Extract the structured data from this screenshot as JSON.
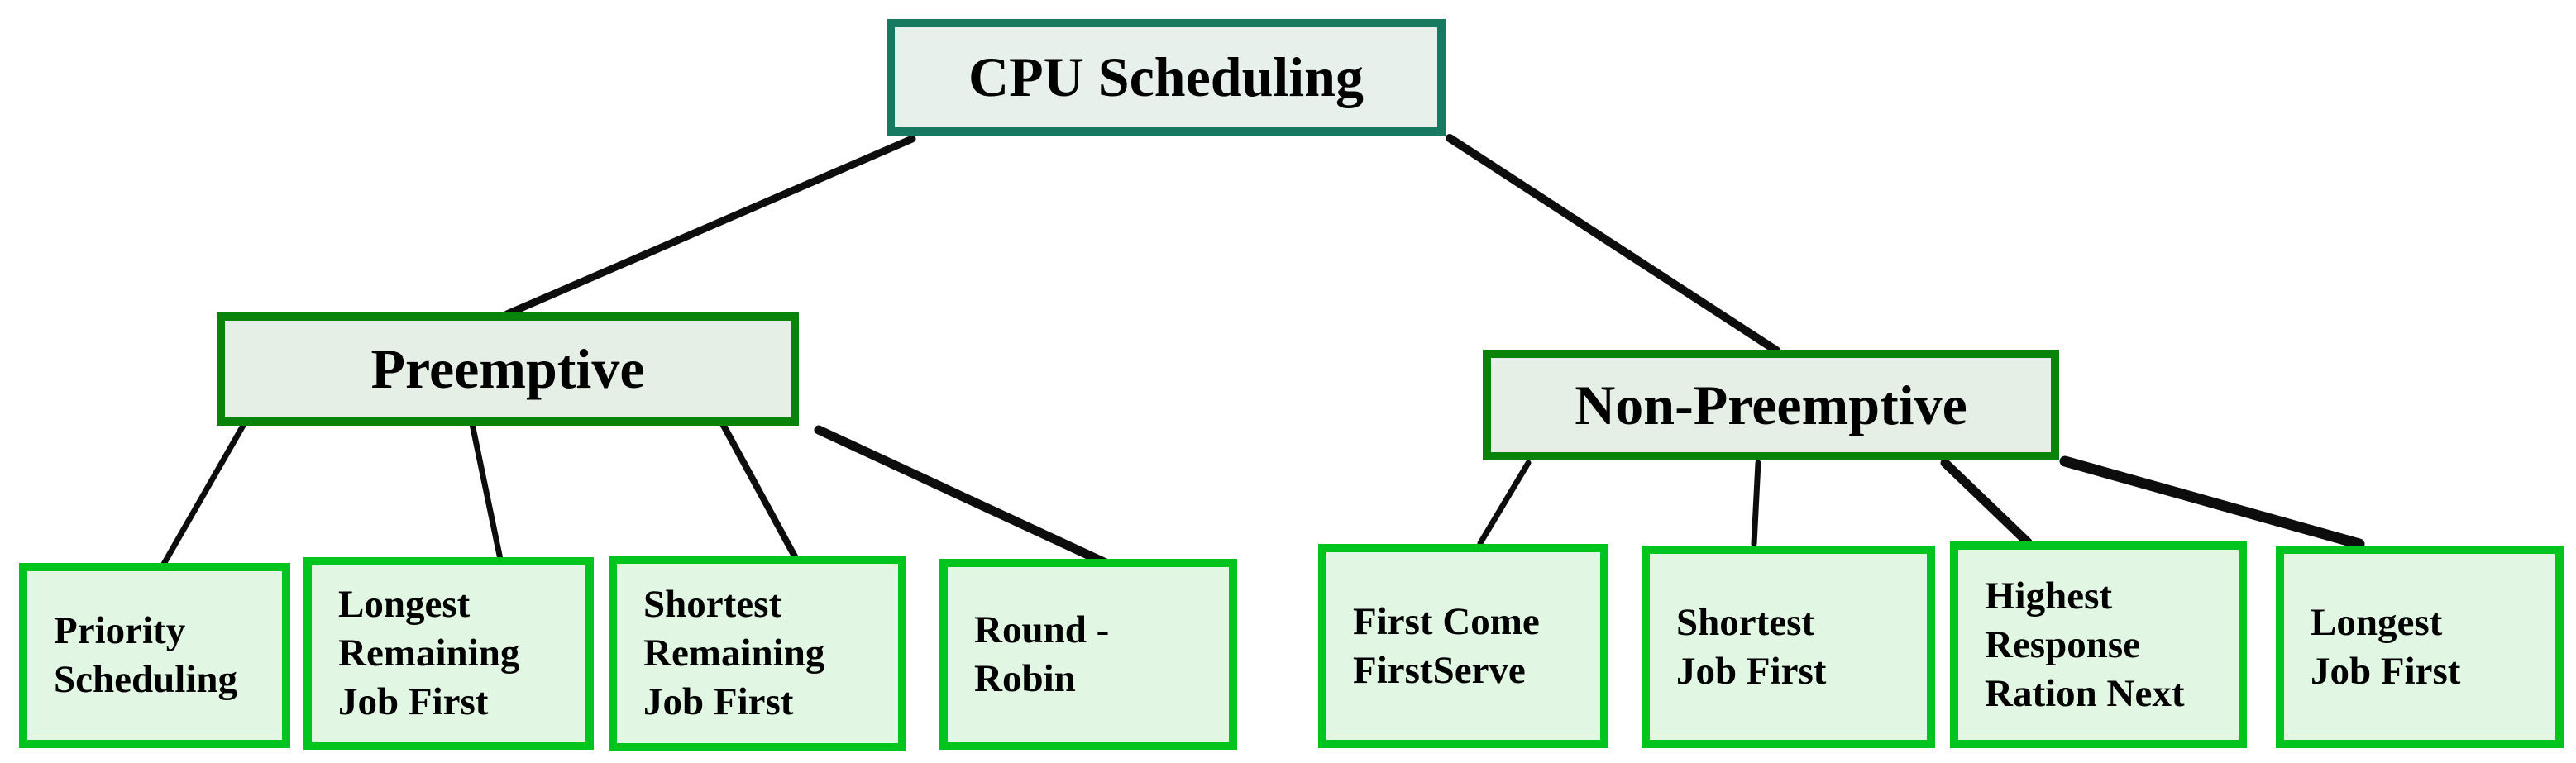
{
  "diagram": {
    "title": "CPU Scheduling",
    "root": {
      "id": "cpu-scheduling",
      "label": "CPU Scheduling"
    },
    "branches": [
      {
        "id": "preemptive",
        "label": "Preemptive",
        "children": [
          {
            "id": "priority-scheduling",
            "label": "Priority\nScheduling"
          },
          {
            "id": "longest-remaining-job-first",
            "label": "Longest\nRemaining\nJob First"
          },
          {
            "id": "shortest-remaining-job-first",
            "label": "Shortest\nRemaining\nJob First"
          },
          {
            "id": "round-robin",
            "label": "Round -\nRobin"
          }
        ]
      },
      {
        "id": "non-preemptive",
        "label": "Non-Preemptive",
        "children": [
          {
            "id": "first-come-first-serve",
            "label": "First Come\nFirstServe"
          },
          {
            "id": "shortest-job-first",
            "label": "Shortest\nJob First"
          },
          {
            "id": "highest-response-ration-next",
            "label": "Highest\nResponse\nRation Next"
          },
          {
            "id": "longest-job-first",
            "label": "Longest\nJob First"
          }
        ]
      }
    ],
    "edges": [
      {
        "from": "cpu-scheduling",
        "to": "preemptive"
      },
      {
        "from": "cpu-scheduling",
        "to": "non-preemptive"
      },
      {
        "from": "preemptive",
        "to": "priority-scheduling"
      },
      {
        "from": "preemptive",
        "to": "longest-remaining-job-first"
      },
      {
        "from": "preemptive",
        "to": "shortest-remaining-job-first"
      },
      {
        "from": "preemptive",
        "to": "round-robin"
      },
      {
        "from": "non-preemptive",
        "to": "first-come-first-serve"
      },
      {
        "from": "non-preemptive",
        "to": "shortest-job-first"
      },
      {
        "from": "non-preemptive",
        "to": "highest-response-ration-next"
      },
      {
        "from": "non-preemptive",
        "to": "longest-job-first"
      }
    ],
    "colors": {
      "root_border": "#177a60",
      "root_fill": "#e8f0ec",
      "branch_border": "#0a830a",
      "branch_fill": "#e6efe6",
      "leaf_border": "#01c41f",
      "leaf_fill": "#e2f6e4",
      "connector": "#0d0d0d",
      "text": "#000000",
      "background": "#ffffff"
    }
  }
}
